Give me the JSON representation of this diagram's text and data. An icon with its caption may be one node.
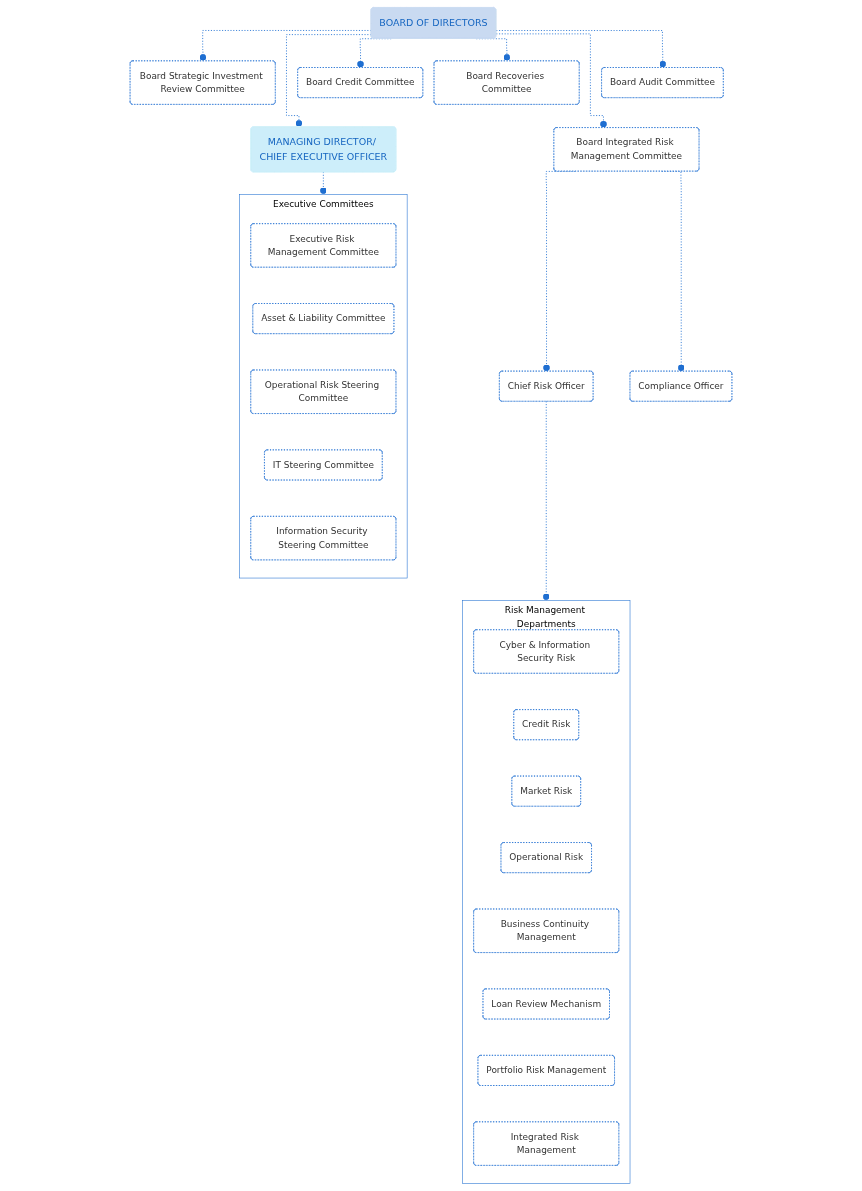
{
  "diagram": {
    "nodes": [
      {
        "text": [
          "BOARD OF DIRECTORS"
        ]
      },
      {
        "text": [
          "Board Strategic Investment Review Committee"
        ]
      },
      {
        "text": [
          "Board Audit Committee"
        ]
      },
      {
        "text": [
          "Board Credit Committee"
        ]
      },
      {
        "text": [
          "Board Recoveries Committee"
        ]
      },
      {
        "text": [
          "Board Integrated Risk Management Committee"
        ]
      },
      {
        "text": [
          "MANAGING DIRECTOR/ CHIEF EXECUTIVE OFFICER"
        ]
      },
      {
        "text": [
          "Chief Risk Officer"
        ]
      },
      {
        "text": [
          "Compliance Officer"
        ]
      },
      {
        "text": [
          "Risk Management Departments"
        ]
      },
      {
        "text": [
          "Cyber & Information Security Risk"
        ],
        "in": 9
      },
      {
        "text": [
          "Credit Risk"
        ],
        "in": 9
      },
      {
        "text": [
          "Market Risk"
        ],
        "in": 9
      },
      {
        "text": [
          "Operational Risk"
        ],
        "in": 9
      },
      {
        "text": [
          "Business Continuity Management"
        ],
        "in": 9
      },
      {
        "text": [
          "Loan Review Mechanism"
        ],
        "in": 9
      },
      {
        "text": [
          "Portfolio Risk Management"
        ],
        "in": 9
      },
      {
        "text": [
          "Integrated Risk Management"
        ],
        "in": 9
      },
      {
        "text": [
          "Executive Committees"
        ]
      },
      {
        "text": [
          "Executive Risk Management Committee"
        ],
        "in": 18
      },
      {
        "text": [
          "Asset & Liability Committee"
        ],
        "in": 18
      },
      {
        "text": [
          "Operational Risk Steering Committee"
        ],
        "in": 18
      },
      {
        "text": [
          "IT Steering Committee"
        ],
        "in": 18
      },
      {
        "text": [
          "Information Security Steering Committee"
        ],
        "in": 18
      }
    ],
    "edges": [
      {
        "from": 0,
        "to": 1,
        "arrow": "other",
        "style": "dashed"
      },
      {
        "from": 0,
        "to": 2,
        "arrow": "other",
        "style": "dashed"
      },
      {
        "from": 0,
        "to": 3,
        "arrow": "other",
        "style": "dashed"
      },
      {
        "from": 0,
        "to": 4,
        "arrow": "other",
        "style": "dashed"
      },
      {
        "from": 0,
        "to": 5,
        "arrow": "other",
        "style": "dashed"
      },
      {
        "from": 0,
        "to": 6,
        "arrow": "other",
        "style": "dashed"
      },
      {
        "from": 5,
        "to": 7,
        "arrow": "other",
        "style": "dashed"
      },
      {
        "from": 5,
        "to": 8,
        "arrow": "other",
        "style": "dashed"
      },
      {
        "from": 7,
        "to": 9,
        "arrow": "other",
        "style": "dashed"
      },
      {
        "from": 6,
        "to": 18,
        "arrow": "other",
        "style": "dashed"
      }
    ]
  }
}
